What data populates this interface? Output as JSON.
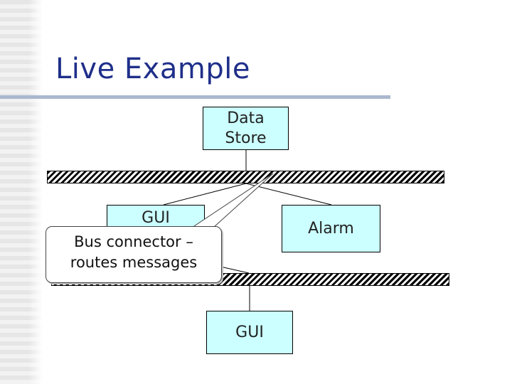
{
  "slide": {
    "title": "Live Example"
  },
  "diagram": {
    "nodes": {
      "data_store": "Data\nStore",
      "gui_top": "GUI",
      "alarm": "Alarm",
      "gui_bottom": "GUI"
    },
    "callout": "Bus connector –\nroutes messages"
  },
  "colors": {
    "title": "#1f2f8a",
    "component_fill": "#ccffff",
    "title_rule": "#aab8cf"
  }
}
